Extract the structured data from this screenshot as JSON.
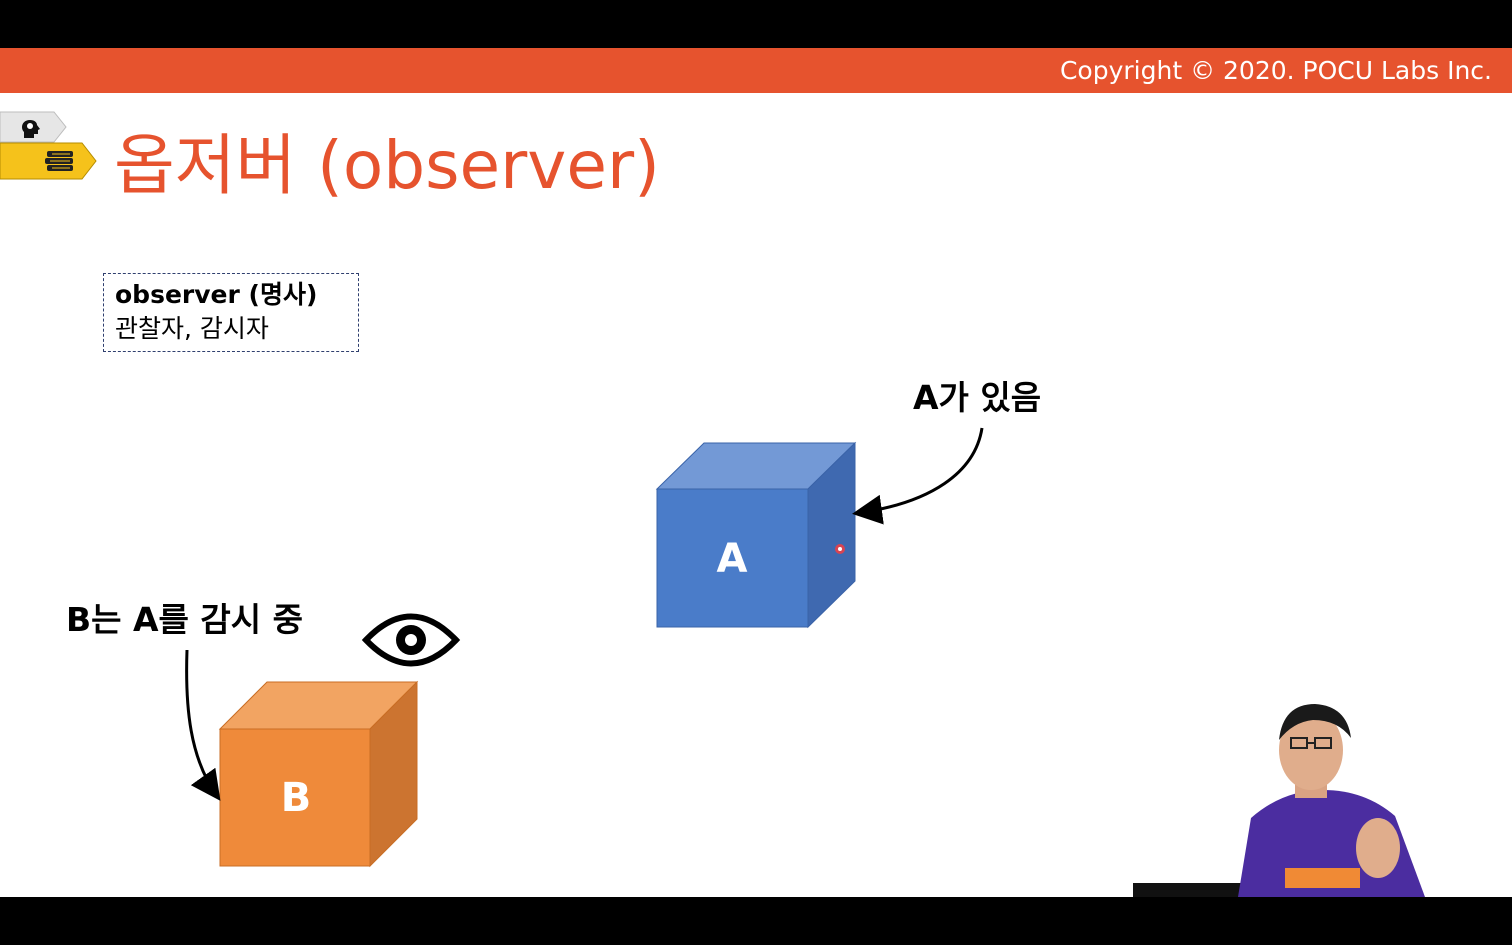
{
  "header": {
    "copyright": "Copyright © 2020. POCU Labs Inc."
  },
  "slide": {
    "title": "옵저버 (observer)",
    "definition": {
      "term": "observer (명사)",
      "meaning": "관찰자, 감시자"
    },
    "label_a": "A가 있음",
    "label_b": "B는 A를 감시 중",
    "cube_a_letter": "A",
    "cube_b_letter": "B"
  },
  "icons": {
    "tab1": "brain-head-icon",
    "tab2": "books-stack-icon",
    "observer": "eye-icon"
  },
  "colors": {
    "banner": "#e6532e",
    "title": "#e6532e",
    "cube_a": "#4a7cc9",
    "cube_b": "#ef8a3a",
    "tab_active": "#f5c21b",
    "tab_inactive": "#e6e6e6"
  }
}
